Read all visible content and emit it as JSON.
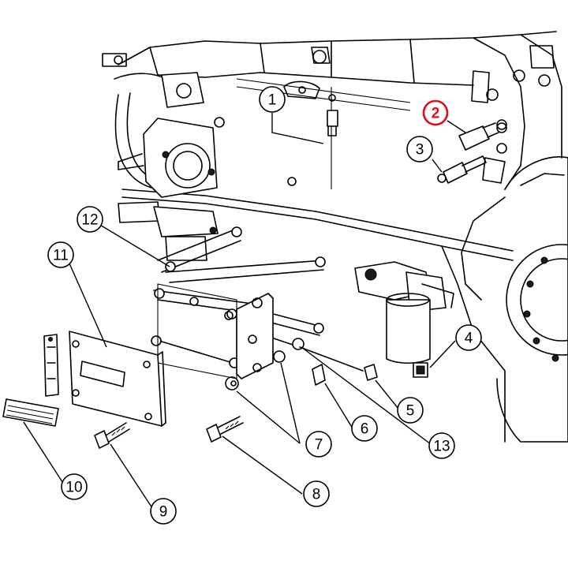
{
  "callouts": {
    "c1": "1",
    "c2": "2",
    "c3": "3",
    "c4": "4",
    "c5": "5",
    "c6": "6",
    "c7": "7",
    "c8": "8",
    "c9": "9",
    "c10": "10",
    "c11": "11",
    "c12": "12",
    "c13": "13"
  },
  "highlight_color": "#e0101a",
  "line_color": "#000000"
}
